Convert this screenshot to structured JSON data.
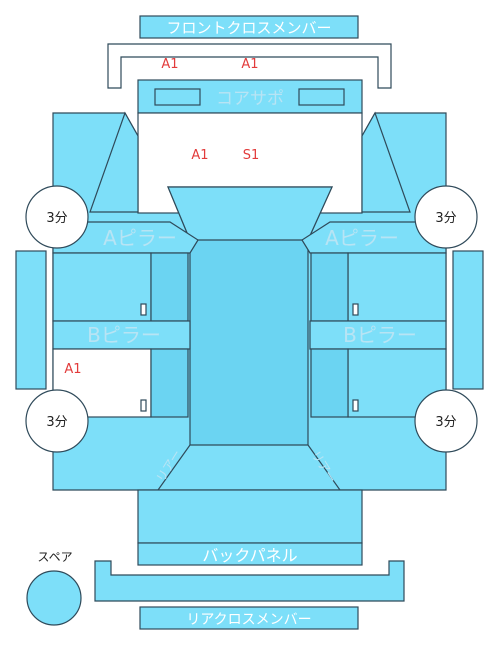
{
  "colors": {
    "part_fill": "#7ddff9",
    "part_fill_dark": "#6bd4f2",
    "outline": "#2f4a5a",
    "mark_red": "#e23b3b",
    "label_pale": "#b8e4f4"
  },
  "labels": {
    "front_cross_member": "フロントクロスメンバー",
    "core_support": "コアサポ",
    "a_pillar_left": "Aピラー",
    "a_pillar_right": "Aピラー",
    "b_pillar_left": "Bピラー",
    "b_pillar_right": "Bピラー",
    "back_panel": "バックパネル",
    "rear_cross_member": "リアクロスメンバー",
    "spare": "スペア",
    "quarter_left": "リアー",
    "quarter_right": "リアー"
  },
  "marks": {
    "front_member_left": "A1",
    "front_member_right": "A1",
    "core_left": "A1",
    "core_right": "S1",
    "left_rear_door": "A1"
  },
  "circles": {
    "front_left": "3分",
    "front_right": "3分",
    "rear_left": "3分",
    "rear_right": "3分"
  }
}
